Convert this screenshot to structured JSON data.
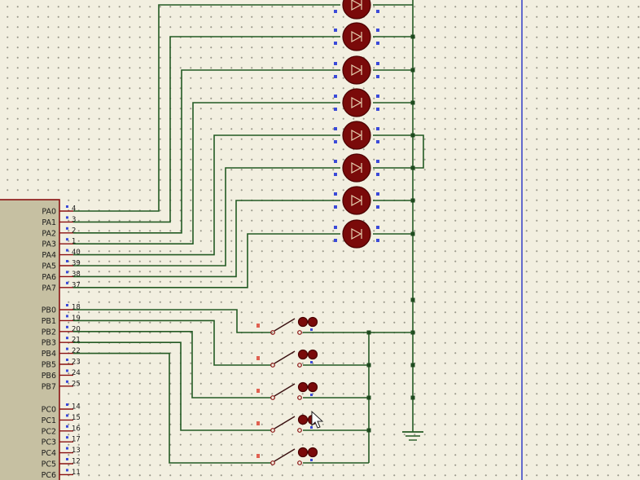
{
  "port_a": {
    "labels": [
      "PA0",
      "PA1",
      "PA2",
      "PA3",
      "PA4",
      "PA5",
      "PA6",
      "PA7"
    ],
    "pins": [
      "4",
      "3",
      "2",
      "1",
      "40",
      "39",
      "38",
      "37"
    ]
  },
  "port_b": {
    "labels": [
      "PB0",
      "PB1",
      "PB2",
      "PB3",
      "PB4",
      "PB5",
      "PB6",
      "PB7"
    ],
    "pins": [
      "18",
      "19",
      "20",
      "21",
      "22",
      "23",
      "24",
      "25"
    ]
  },
  "port_c": {
    "labels": [
      "PC0",
      "PC1",
      "PC2",
      "PC3",
      "PC4",
      "PC5",
      "PC6"
    ],
    "pins": [
      "14",
      "15",
      "16",
      "17",
      "13",
      "12",
      "11"
    ]
  },
  "led_count": 8,
  "switch_count": 5,
  "colors": {
    "background": "#f2efe0",
    "wire": "#235a23",
    "pin": "#8a1010",
    "component": "#7a0a0a",
    "terminal": "#3b4ad8",
    "border": "#3f48c8"
  }
}
